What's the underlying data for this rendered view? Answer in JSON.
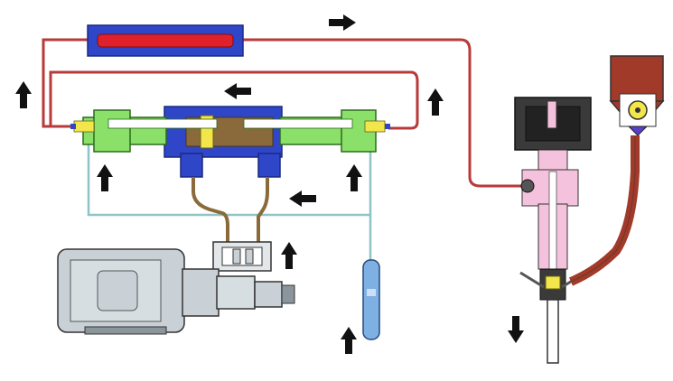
{
  "diagram": {
    "background": "#ffffff",
    "colors": {
      "hot_line": "#b83a3a",
      "return_line": "#8fc3c6",
      "cooler_outer": "#2f46c8",
      "cooler_inner": "#e0202a",
      "green_body": "#8be06a",
      "blue_block": "#2f46c8",
      "brown": "#8a6a3a",
      "yellow": "#f2e64a",
      "motor_grey": "#c9d1d6",
      "motor_dark": "#8a959c",
      "pink": "#f4c2dc",
      "hopper_red": "#a23a2a",
      "arrow": "#111111"
    },
    "arrows": [
      {
        "name": "flow-arrow-top-right",
        "dir": "right"
      },
      {
        "name": "flow-arrow-left-riser",
        "dir": "up"
      },
      {
        "name": "flow-arrow-top-center",
        "dir": "left"
      },
      {
        "name": "flow-arrow-right-riser",
        "dir": "up"
      },
      {
        "name": "flow-arrow-left-lower",
        "dir": "up"
      },
      {
        "name": "flow-arrow-right-lower",
        "dir": "up"
      },
      {
        "name": "flow-arrow-return",
        "dir": "left"
      },
      {
        "name": "flow-arrow-pump",
        "dir": "up"
      },
      {
        "name": "flow-arrow-filter",
        "dir": "up"
      },
      {
        "name": "flow-arrow-dispense",
        "dir": "down"
      }
    ]
  }
}
